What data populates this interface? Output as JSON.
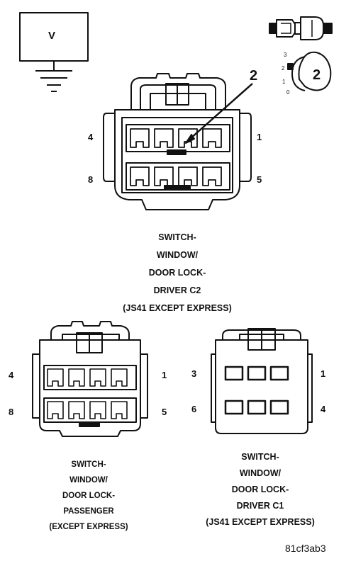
{
  "legend": {
    "voltmeter_label": "V",
    "callout_number": "2"
  },
  "connector_c2": {
    "pins": {
      "top_left": "4",
      "top_right": "1",
      "bottom_left": "8",
      "bottom_right": "5"
    },
    "callout": "2",
    "caption": [
      "SWITCH-",
      "WINDOW/",
      "DOOR LOCK-",
      "DRIVER C2",
      "(JS41 EXCEPT EXPRESS)"
    ]
  },
  "connector_passenger": {
    "pins": {
      "top_left": "4",
      "top_right": "1",
      "bottom_left": "8",
      "bottom_right": "5"
    },
    "caption": [
      "SWITCH-",
      "WINDOW/",
      "DOOR LOCK-",
      "PASSENGER",
      "(EXCEPT EXPRESS)"
    ]
  },
  "connector_c1": {
    "pins": {
      "top_left": "3",
      "top_right": "1",
      "bottom_left": "6",
      "bottom_right": "4"
    },
    "caption": [
      "SWITCH-",
      "WINDOW/",
      "DOOR LOCK-",
      "DRIVER C1",
      "(JS41 EXCEPT EXPRESS)"
    ]
  },
  "figure_code": "81cf3ab3"
}
